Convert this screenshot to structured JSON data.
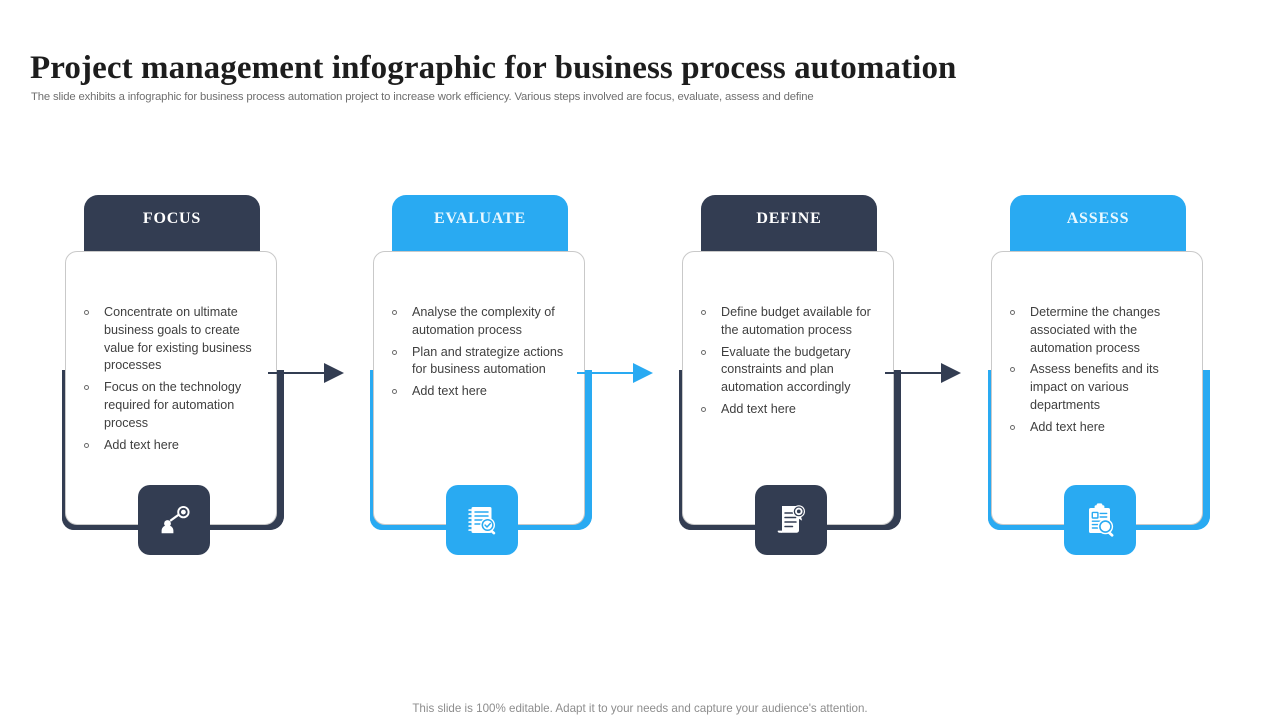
{
  "slide": {
    "title": "Project management infographic for business process automation",
    "subtitle": "The slide exhibits a infographic for business process automation project to increase work efficiency. Various steps involved are focus, evaluate, assess and define",
    "footer": "This slide is 100% editable. Adapt it to your needs and capture your audience's attention."
  },
  "colors": {
    "dark": "#333d52",
    "blue": "#29aaf2",
    "card_border": "#c9c9c9",
    "body_text": "#3f3f3f",
    "title_text": "#1d1d1d",
    "subtitle_text": "#6f6f6f",
    "footer_text": "#8d8d8d"
  },
  "steps": [
    {
      "label": "FOCUS",
      "theme": "dark",
      "icon": "person-target-icon",
      "bullets": [
        "Concentrate on ultimate business goals to create value for existing business processes",
        "Focus on the technology required for automation process",
        "Add text here"
      ]
    },
    {
      "label": "EVALUATE",
      "theme": "blue",
      "icon": "notebook-magnifier-check-icon",
      "bullets": [
        "Analyse the complexity of automation process",
        "Plan and strategize actions for business automation",
        "Add text here"
      ]
    },
    {
      "label": "DEFINE",
      "theme": "dark",
      "icon": "certificate-seal-icon",
      "bullets": [
        "Define budget available for the automation process",
        "Evaluate the budgetary constraints and plan automation accordingly",
        "Add text here"
      ]
    },
    {
      "label": "ASSESS",
      "theme": "blue",
      "icon": "clipboard-magnifier-icon",
      "bullets": [
        "Determine the changes associated with the automation process",
        "Assess benefits and its impact on various departments",
        "Add text here"
      ]
    }
  ],
  "connectors": [
    {
      "name": "connector-focus-to-evaluate",
      "theme": "dark"
    },
    {
      "name": "connector-evaluate-to-define",
      "theme": "blue"
    },
    {
      "name": "connector-define-to-assess",
      "theme": "dark"
    }
  ]
}
